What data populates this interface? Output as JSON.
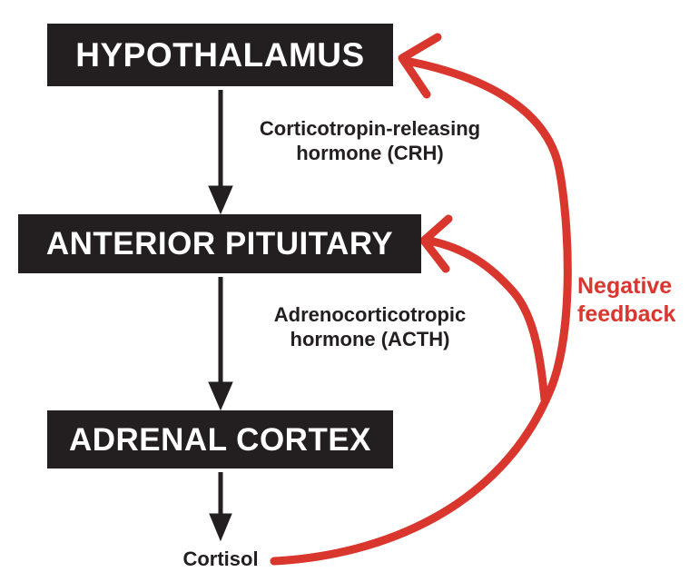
{
  "diagram": {
    "title": "HPA axis (hypothalamic-pituitary-adrenal) negative feedback loop",
    "background_color": "#ffffff",
    "box_color": "#231f20",
    "box_text_color": "#ffffff",
    "arrow_color": "#231f20",
    "feedback_color": "#d9362e",
    "nodes": [
      {
        "id": "hypothalamus",
        "label": "HYPOTHALAMUS"
      },
      {
        "id": "anterior_pituitary",
        "label": "ANTERIOR PITUITARY"
      },
      {
        "id": "adrenal_cortex",
        "label": "ADRENAL CORTEX"
      }
    ],
    "hormones": [
      {
        "id": "crh",
        "label": "Corticotropin-releasing\nhormone (CRH)"
      },
      {
        "id": "acth",
        "label": "Adrenocorticotropic\nhormone (ACTH)"
      },
      {
        "id": "cortisol",
        "label": "Cortisol"
      }
    ],
    "feedback": {
      "label": "Negative\nfeedback",
      "targets": [
        "hypothalamus",
        "anterior_pituitary"
      ],
      "source": "cortisol"
    }
  }
}
